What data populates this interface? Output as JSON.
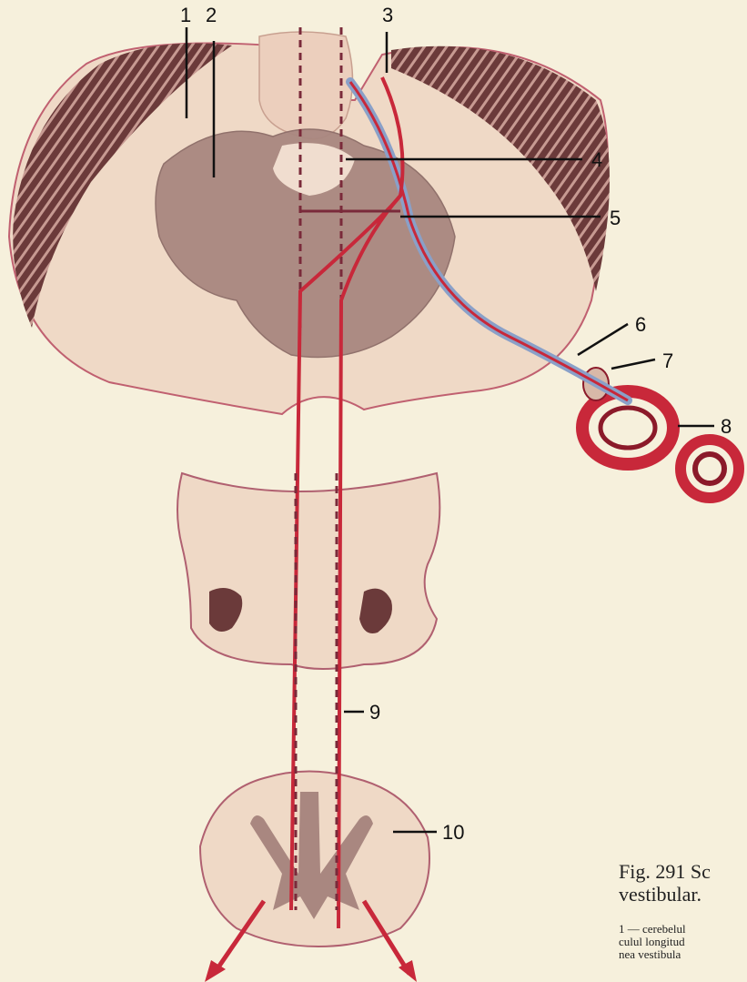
{
  "figure": {
    "labels": [
      "1",
      "2",
      "3",
      "4",
      "5",
      "6",
      "7",
      "8",
      "9",
      "10"
    ],
    "caption": {
      "line1": "Fig. 291 Sc",
      "line2": "vestibular.",
      "legend1": "1 — cerebelul",
      "legend2": "culul longitud",
      "legend3": "nea vestibula"
    }
  },
  "colors": {
    "background": "#f6f0dc",
    "tissue": "#efd9c6",
    "nucleus": "#a98780",
    "pathway": "#c8283a",
    "cortex": "#5c3535"
  }
}
